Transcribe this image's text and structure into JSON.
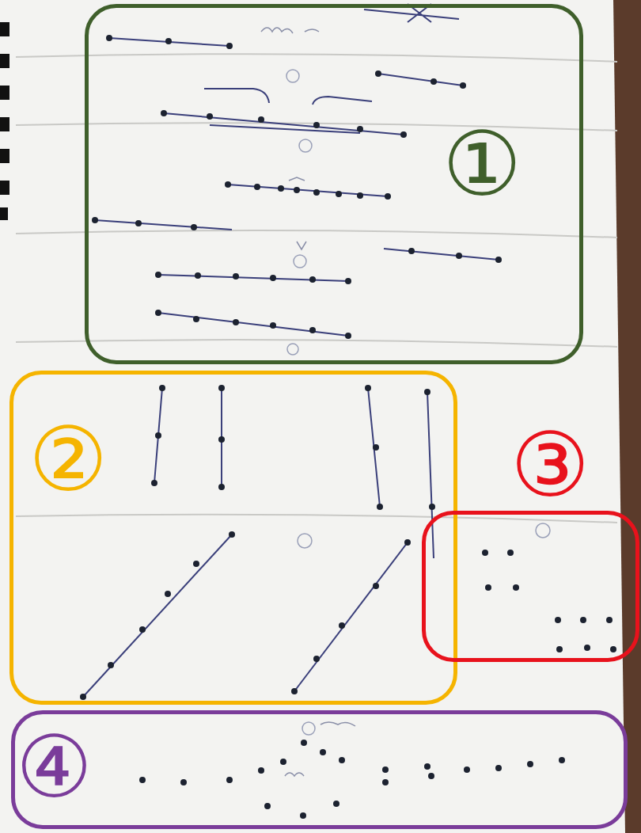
{
  "diagram": {
    "nodes": [
      {
        "text": [
          "①"
        ]
      },
      {
        "text": [
          "②"
        ]
      },
      {
        "text": [
          "③"
        ]
      },
      {
        "text": [
          "④"
        ]
      }
    ]
  }
}
